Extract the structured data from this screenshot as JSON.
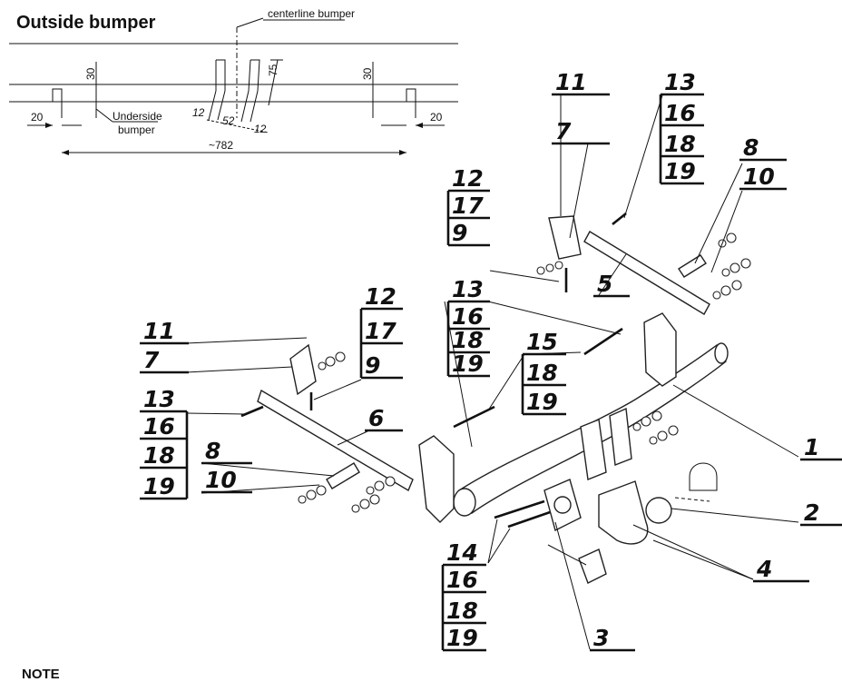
{
  "header": {
    "title": "Outside bumper"
  },
  "bumper_drawing": {
    "centerline_label": "centerline bumper",
    "underside_label_line1": "Underside",
    "underside_label_line2": "bumper",
    "dims": {
      "d30_left": "30",
      "d30_right": "30",
      "d75": "75",
      "d20_left": "20",
      "d20_right": "20",
      "d12_left": "12",
      "d52": "52",
      "d12_right": "12",
      "d782": "~782"
    }
  },
  "callouts": [
    {
      "id": "c1",
      "numbers": [
        "11",
        "7"
      ]
    },
    {
      "id": "c2",
      "numbers": [
        "13",
        "16",
        "18",
        "19"
      ]
    },
    {
      "id": "c3",
      "numbers": [
        "8",
        "10"
      ]
    },
    {
      "id": "c4",
      "numbers": [
        "12",
        "17",
        "9"
      ]
    },
    {
      "id": "c5",
      "numbers": [
        "5"
      ]
    },
    {
      "id": "c6",
      "numbers": [
        "13",
        "16",
        "18",
        "19"
      ]
    },
    {
      "id": "c7",
      "numbers": [
        "15",
        "18",
        "19"
      ]
    },
    {
      "id": "c8",
      "numbers": [
        "11",
        "7"
      ]
    },
    {
      "id": "c9",
      "numbers": [
        "12",
        "17",
        "9"
      ]
    },
    {
      "id": "c10",
      "numbers": [
        "13",
        "16",
        "18",
        "19"
      ]
    },
    {
      "id": "c11",
      "numbers": [
        "6"
      ]
    },
    {
      "id": "c12",
      "numbers": [
        "8",
        "10"
      ]
    },
    {
      "id": "c13",
      "numbers": [
        "1"
      ]
    },
    {
      "id": "c14",
      "numbers": [
        "2"
      ]
    },
    {
      "id": "c15",
      "numbers": [
        "4"
      ]
    },
    {
      "id": "c16",
      "numbers": [
        "3"
      ]
    },
    {
      "id": "c17",
      "numbers": [
        "14",
        "16",
        "18",
        "19"
      ]
    }
  ],
  "footer": {
    "note": "NOTE"
  }
}
